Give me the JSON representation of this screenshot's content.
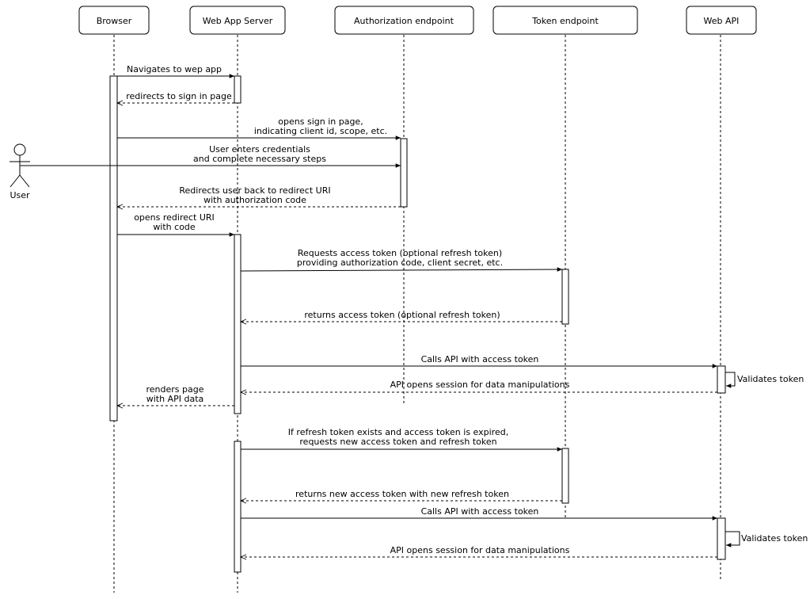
{
  "participants": [
    {
      "id": "browser",
      "label": "Browser"
    },
    {
      "id": "server",
      "label": "Web App Server"
    },
    {
      "id": "auth",
      "label": "Authorization endpoint"
    },
    {
      "id": "token",
      "label": "Token endpoint"
    },
    {
      "id": "api",
      "label": "Web API"
    }
  ],
  "actor": {
    "label": "User"
  },
  "messages": [
    {
      "id": "m1",
      "lines": [
        "Navigates to wep app"
      ]
    },
    {
      "id": "m2",
      "lines": [
        "redirects to sign in page"
      ]
    },
    {
      "id": "m3",
      "lines": [
        "opens sign in page,",
        "indicating client id, scope, etc."
      ]
    },
    {
      "id": "m4",
      "lines": [
        "User enters credentials",
        "and complete necessary steps"
      ]
    },
    {
      "id": "m5",
      "lines": [
        "Redirects user back to redirect URI",
        "with authorization code"
      ]
    },
    {
      "id": "m6",
      "lines": [
        "opens redirect URI",
        "with code"
      ]
    },
    {
      "id": "m7",
      "lines": [
        "Requests access token (optional refresh token)",
        "providing authorization code, client secret, etc."
      ]
    },
    {
      "id": "m8",
      "lines": [
        "returns access token (optional refresh token)"
      ]
    },
    {
      "id": "m9",
      "lines": [
        "Calls API with access token"
      ]
    },
    {
      "id": "m10",
      "lines": [
        "Validates token"
      ]
    },
    {
      "id": "m11",
      "lines": [
        "API opens session for data manipulations"
      ]
    },
    {
      "id": "m12",
      "lines": [
        "renders page",
        "with API data"
      ]
    },
    {
      "id": "m13",
      "lines": [
        "If refresh token exists and access token is expired,",
        "requests new access token and refresh token"
      ]
    },
    {
      "id": "m14",
      "lines": [
        "returns new access token with new refresh token"
      ]
    },
    {
      "id": "m15",
      "lines": [
        "Calls API with access token"
      ]
    },
    {
      "id": "m16",
      "lines": [
        "Validates token"
      ]
    },
    {
      "id": "m17",
      "lines": [
        "API opens session for data manipulations"
      ]
    }
  ]
}
